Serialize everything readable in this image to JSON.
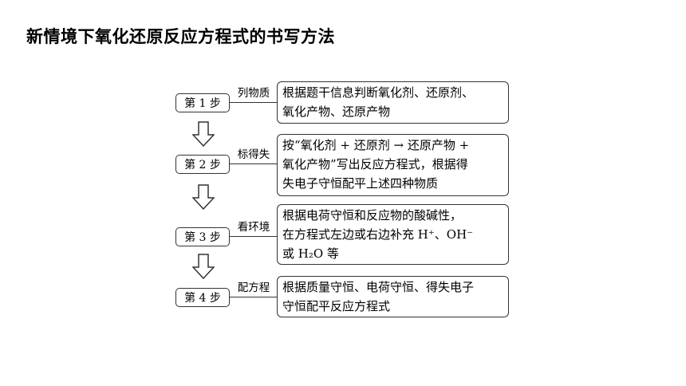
{
  "title": "新情境下氧化还原反应方程式的书写方法",
  "steps": [
    {
      "step_label": "第 1 步",
      "action": "列物质",
      "lines": [
        "根据题干信息判断氧化剂、还原剂、",
        "氧化产物、还原产物"
      ]
    },
    {
      "step_label": "第 2 步",
      "action": "标得失",
      "lines": [
        "按“氧化剂 + 还原剂 → 还原产物 +",
        "氧化产物”写出反应方程式，根据得",
        "失电子守恒配平上述四种物质"
      ]
    },
    {
      "step_label": "第 3 步",
      "action": "看环境",
      "lines": [
        "根据电荷守恒和反应物的酸碱性，",
        "在方程式左边或右边补充 H⁺、OH⁻",
        "或 H₂O 等"
      ]
    },
    {
      "step_label": "第 4 步",
      "action": "配方程",
      "lines": [
        "根据质量守恒、电荷守恒、得失电子",
        "守恒配平反应方程式"
      ]
    }
  ],
  "icons": {
    "flow_arrow": "hollow-down-arrow-icon"
  }
}
